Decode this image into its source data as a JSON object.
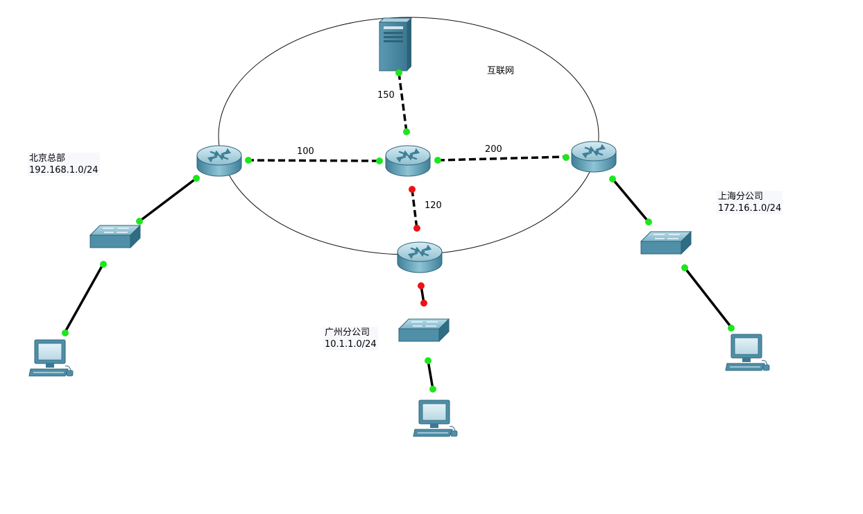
{
  "diagram": {
    "labels": {
      "internet": "互联网",
      "beijing_name": "北京总部",
      "beijing_net": "192.168.1.0/24",
      "shanghai_name": "上海分公司",
      "shanghai_net": "172.16.1.0/24",
      "guangzhou_name": "广州分公司",
      "guangzhou_net": "10.1.1.0/24"
    },
    "link_costs": {
      "beijing_core": "100",
      "core_shanghai": "200",
      "server_core": "150",
      "core_guangzhou": "120"
    },
    "colors": {
      "link_up": "#1ee61e",
      "link_down": "#ee1111",
      "device_body": "#4f8fa8",
      "device_dark": "#2d6378"
    },
    "devices": [
      {
        "name": "server",
        "type": "server"
      },
      {
        "name": "router-core",
        "type": "router"
      },
      {
        "name": "router-beijing",
        "type": "router"
      },
      {
        "name": "router-shanghai",
        "type": "router"
      },
      {
        "name": "router-guangzhou",
        "type": "router"
      },
      {
        "name": "switch-beijing",
        "type": "switch"
      },
      {
        "name": "switch-shanghai",
        "type": "switch"
      },
      {
        "name": "switch-guangzhou",
        "type": "switch"
      },
      {
        "name": "pc-beijing",
        "type": "pc"
      },
      {
        "name": "pc-shanghai",
        "type": "pc"
      },
      {
        "name": "pc-guangzhou",
        "type": "pc"
      }
    ]
  }
}
